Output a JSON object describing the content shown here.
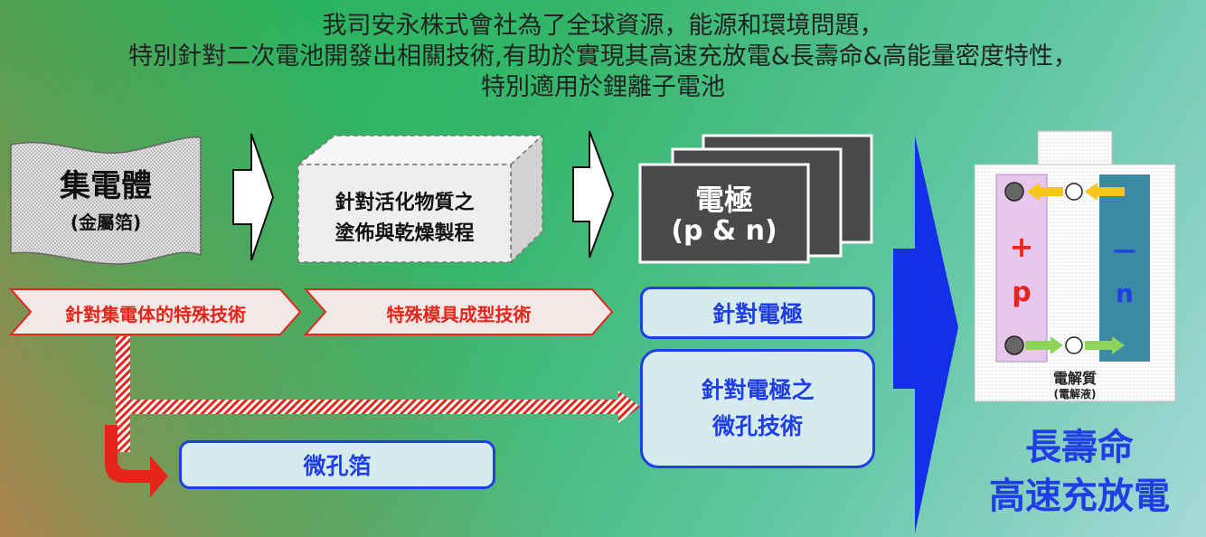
{
  "header": {
    "line1": "我司安永株式會社為了全球資源，能源和環境問題，",
    "line2": "特別針對二次電池開發出相關技術,有助於實現其高速充放電&長壽命&高能量密度特性，",
    "line3": "特別適用於鋰離子電池"
  },
  "collector": {
    "title": "集電體",
    "sub": "(金屬箔)"
  },
  "coating": {
    "line1": "針對活化物質之",
    "line2": "塗佈與乾燥製程"
  },
  "electrode": {
    "line1": "電極",
    "line2": "(p & n)"
  },
  "chevrons": {
    "first": "針對集電体的特殊技術",
    "second": "特殊模具成型技術"
  },
  "boxes": {
    "electrode_tech": "針對電極",
    "micropore_line1": "針對電極之",
    "micropore_line2": "微孔技術",
    "foil": "微孔箔"
  },
  "battery": {
    "plus": "+",
    "p": "p",
    "minus": "—",
    "n": "n",
    "electrolyte": "電解質",
    "electrolyte_sub": "(電解液)"
  },
  "result": {
    "line1": "長壽命",
    "line2": "高速充放電"
  },
  "colors": {
    "accent_blue": "#1f3ee6",
    "accent_red": "#e6241a",
    "electrode_dark": "#4a4a4a"
  }
}
